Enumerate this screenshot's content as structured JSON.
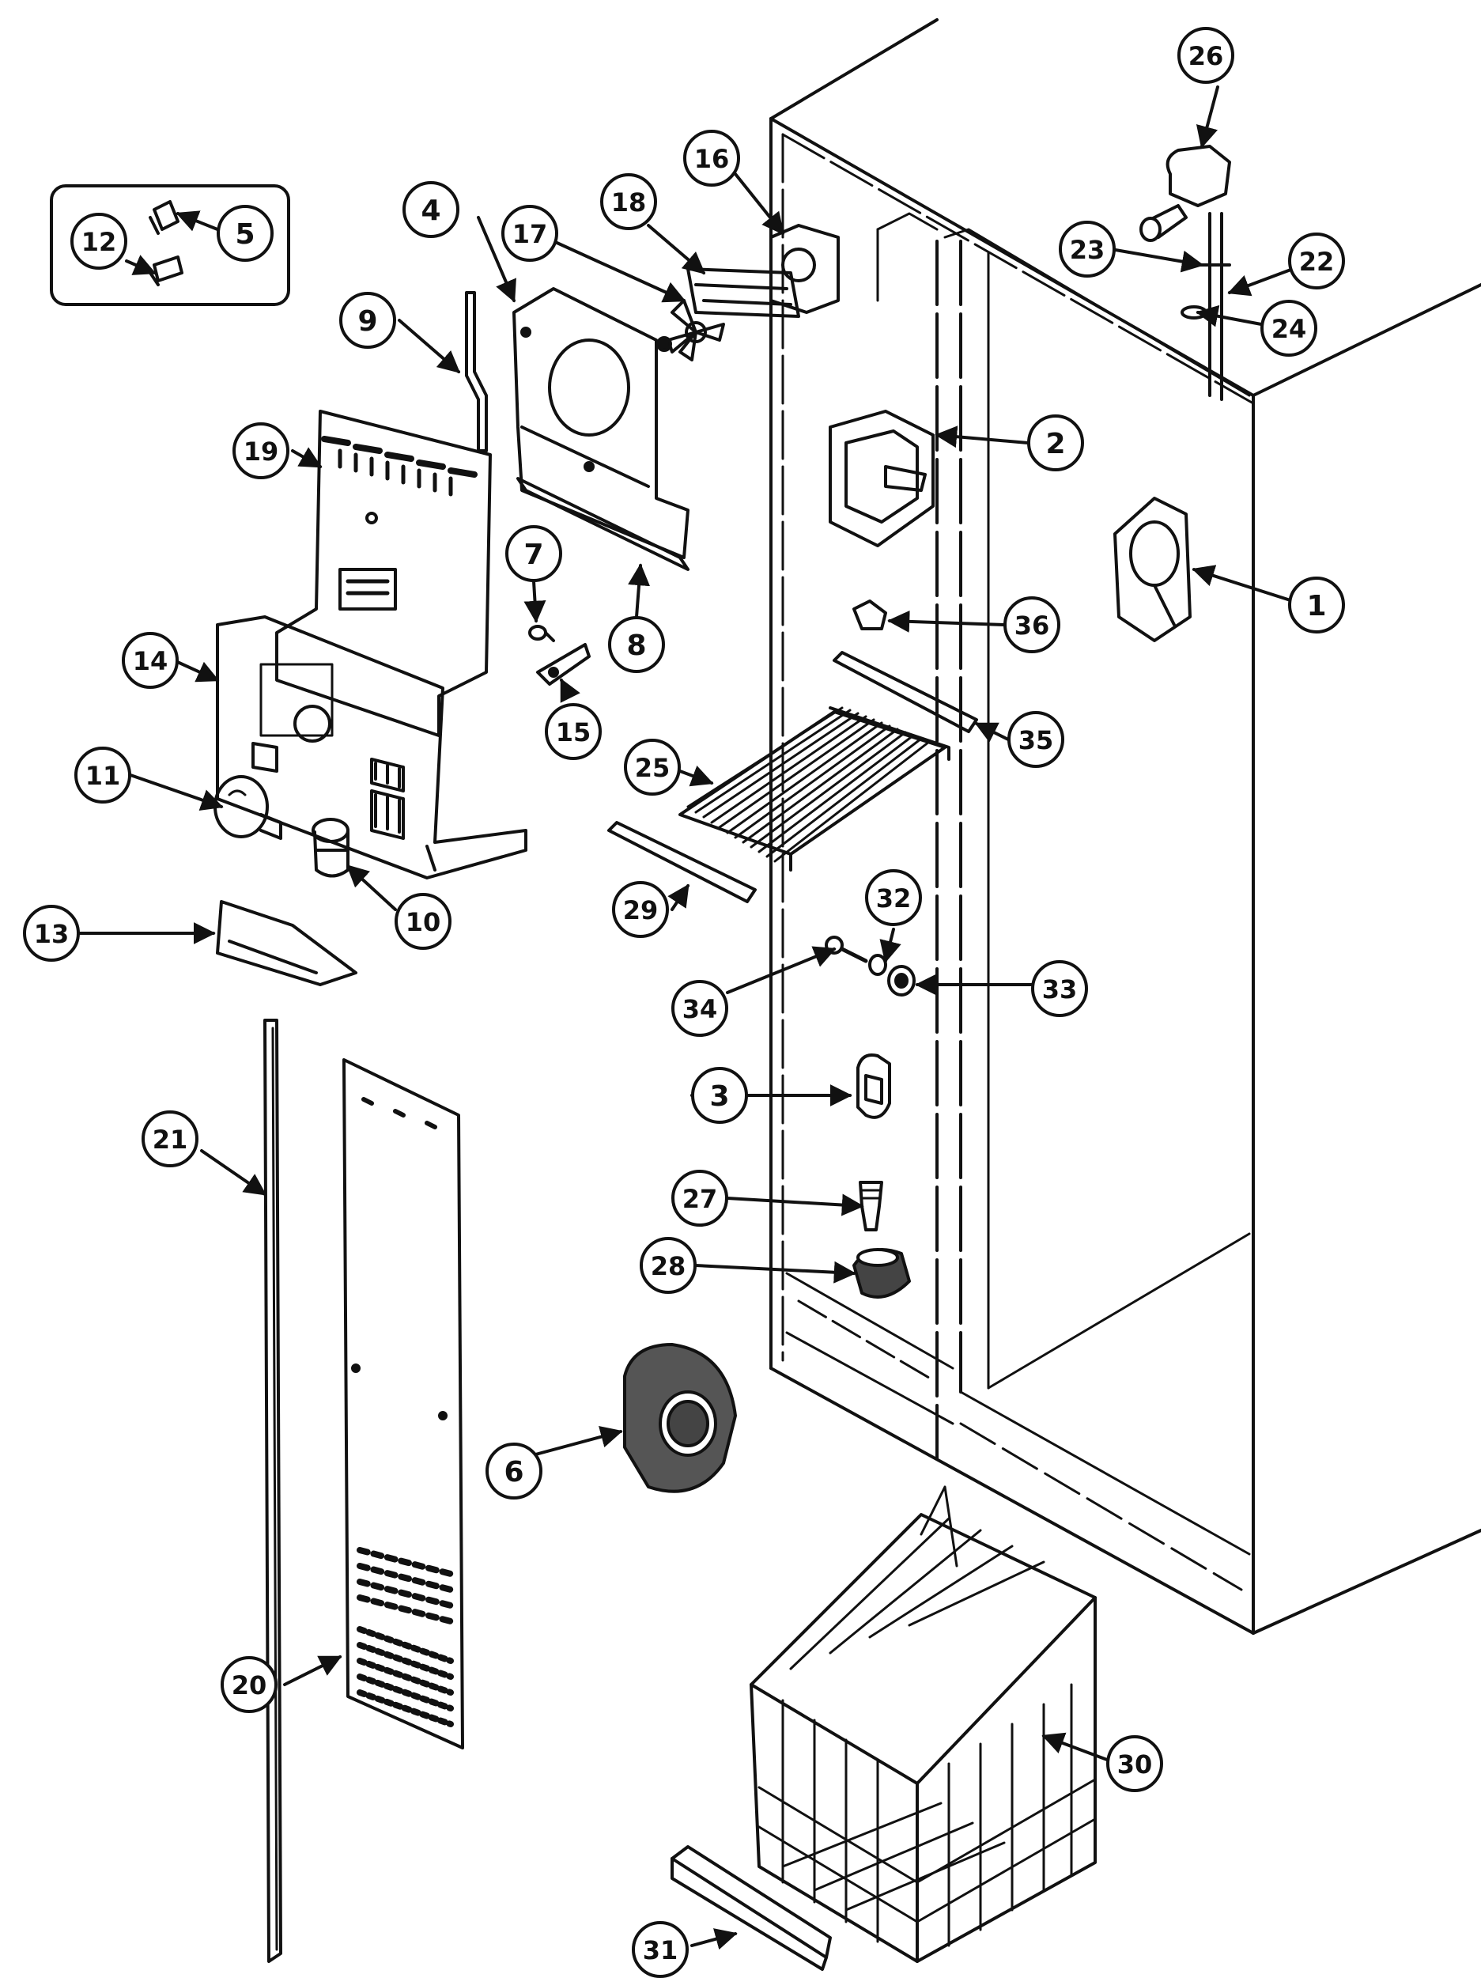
{
  "diagram": {
    "type": "exploded-parts-diagram",
    "colors": {
      "ink": "#111111",
      "background": "#ffffff",
      "shade": "#333333"
    },
    "callouts": [
      {
        "id": "c1",
        "label": "1"
      },
      {
        "id": "c2",
        "label": "2"
      },
      {
        "id": "c3",
        "label": "3"
      },
      {
        "id": "c4",
        "label": "4"
      },
      {
        "id": "c5",
        "label": "5"
      },
      {
        "id": "c6",
        "label": "6"
      },
      {
        "id": "c7",
        "label": "7"
      },
      {
        "id": "c8",
        "label": "8"
      },
      {
        "id": "c9",
        "label": "9"
      },
      {
        "id": "c10",
        "label": "10"
      },
      {
        "id": "c11",
        "label": "11"
      },
      {
        "id": "c12",
        "label": "12"
      },
      {
        "id": "c13",
        "label": "13"
      },
      {
        "id": "c14",
        "label": "14"
      },
      {
        "id": "c15",
        "label": "15"
      },
      {
        "id": "c16",
        "label": "16"
      },
      {
        "id": "c17",
        "label": "17"
      },
      {
        "id": "c18",
        "label": "18"
      },
      {
        "id": "c19",
        "label": "19"
      },
      {
        "id": "c20",
        "label": "20"
      },
      {
        "id": "c21",
        "label": "21"
      },
      {
        "id": "c22",
        "label": "22"
      },
      {
        "id": "c23",
        "label": "23"
      },
      {
        "id": "c24",
        "label": "24"
      },
      {
        "id": "c25",
        "label": "25"
      },
      {
        "id": "c26",
        "label": "26"
      },
      {
        "id": "c27",
        "label": "27"
      },
      {
        "id": "c28",
        "label": "28"
      },
      {
        "id": "c29",
        "label": "29"
      },
      {
        "id": "c30",
        "label": "30"
      },
      {
        "id": "c31",
        "label": "31"
      },
      {
        "id": "c32",
        "label": "32"
      },
      {
        "id": "c33",
        "label": "33"
      },
      {
        "id": "c34",
        "label": "34"
      },
      {
        "id": "c35",
        "label": "35"
      },
      {
        "id": "c36",
        "label": "36"
      }
    ]
  }
}
